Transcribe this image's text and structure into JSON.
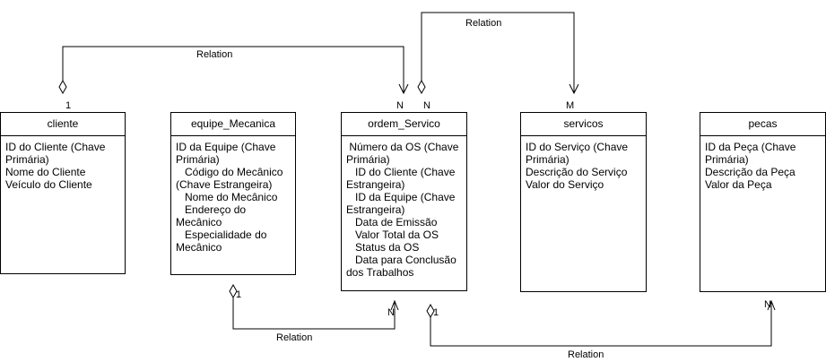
{
  "entities": [
    {
      "id": "cliente",
      "name": "cliente",
      "attributes": [
        "ID do Cliente (Chave Primária)",
        "Nome do Cliente",
        "Veículo do Cliente"
      ]
    },
    {
      "id": "equipe",
      "name": "equipe_Mecanica",
      "attributes": [
        "ID da Equipe (Chave Primária)",
        "   Código do Mecânico (Chave Estrangeira)",
        "   Nome do Mecânico",
        "   Endereço do Mecânico",
        "   Especialidade do Mecânico"
      ]
    },
    {
      "id": "ordem",
      "name": "ordem_Servico",
      "attributes": [
        " Número da OS (Chave Primária)",
        "   ID do Cliente (Chave Estrangeira)",
        "   ID da Equipe (Chave Estrangeira)",
        "   Data de Emissão",
        "   Valor Total da OS",
        "   Status da OS",
        "   Data para Conclusão dos Trabalhos"
      ]
    },
    {
      "id": "servicos",
      "name": "servicos",
      "attributes": [
        "ID do Serviço (Chave Primária)",
        "Descrição do Serviço",
        "Valor do Serviço"
      ]
    },
    {
      "id": "pecas",
      "name": "pecas",
      "attributes": [
        "ID da Peça (Chave Primária)",
        "Descrição da Peça",
        "Valor da Peça"
      ]
    }
  ],
  "relations": [
    {
      "name": "cliente-ordem",
      "label": "Relation",
      "from_card": "1",
      "to_card": "N"
    },
    {
      "name": "ordem-servicos",
      "label": "Relation",
      "from_card": "N",
      "to_card": "M"
    },
    {
      "name": "equipe-ordem",
      "label": "Relation",
      "from_card": "1",
      "to_card": "N"
    },
    {
      "name": "ordem-pecas",
      "label": "Relation",
      "from_card": "1",
      "to_card": "N"
    }
  ]
}
